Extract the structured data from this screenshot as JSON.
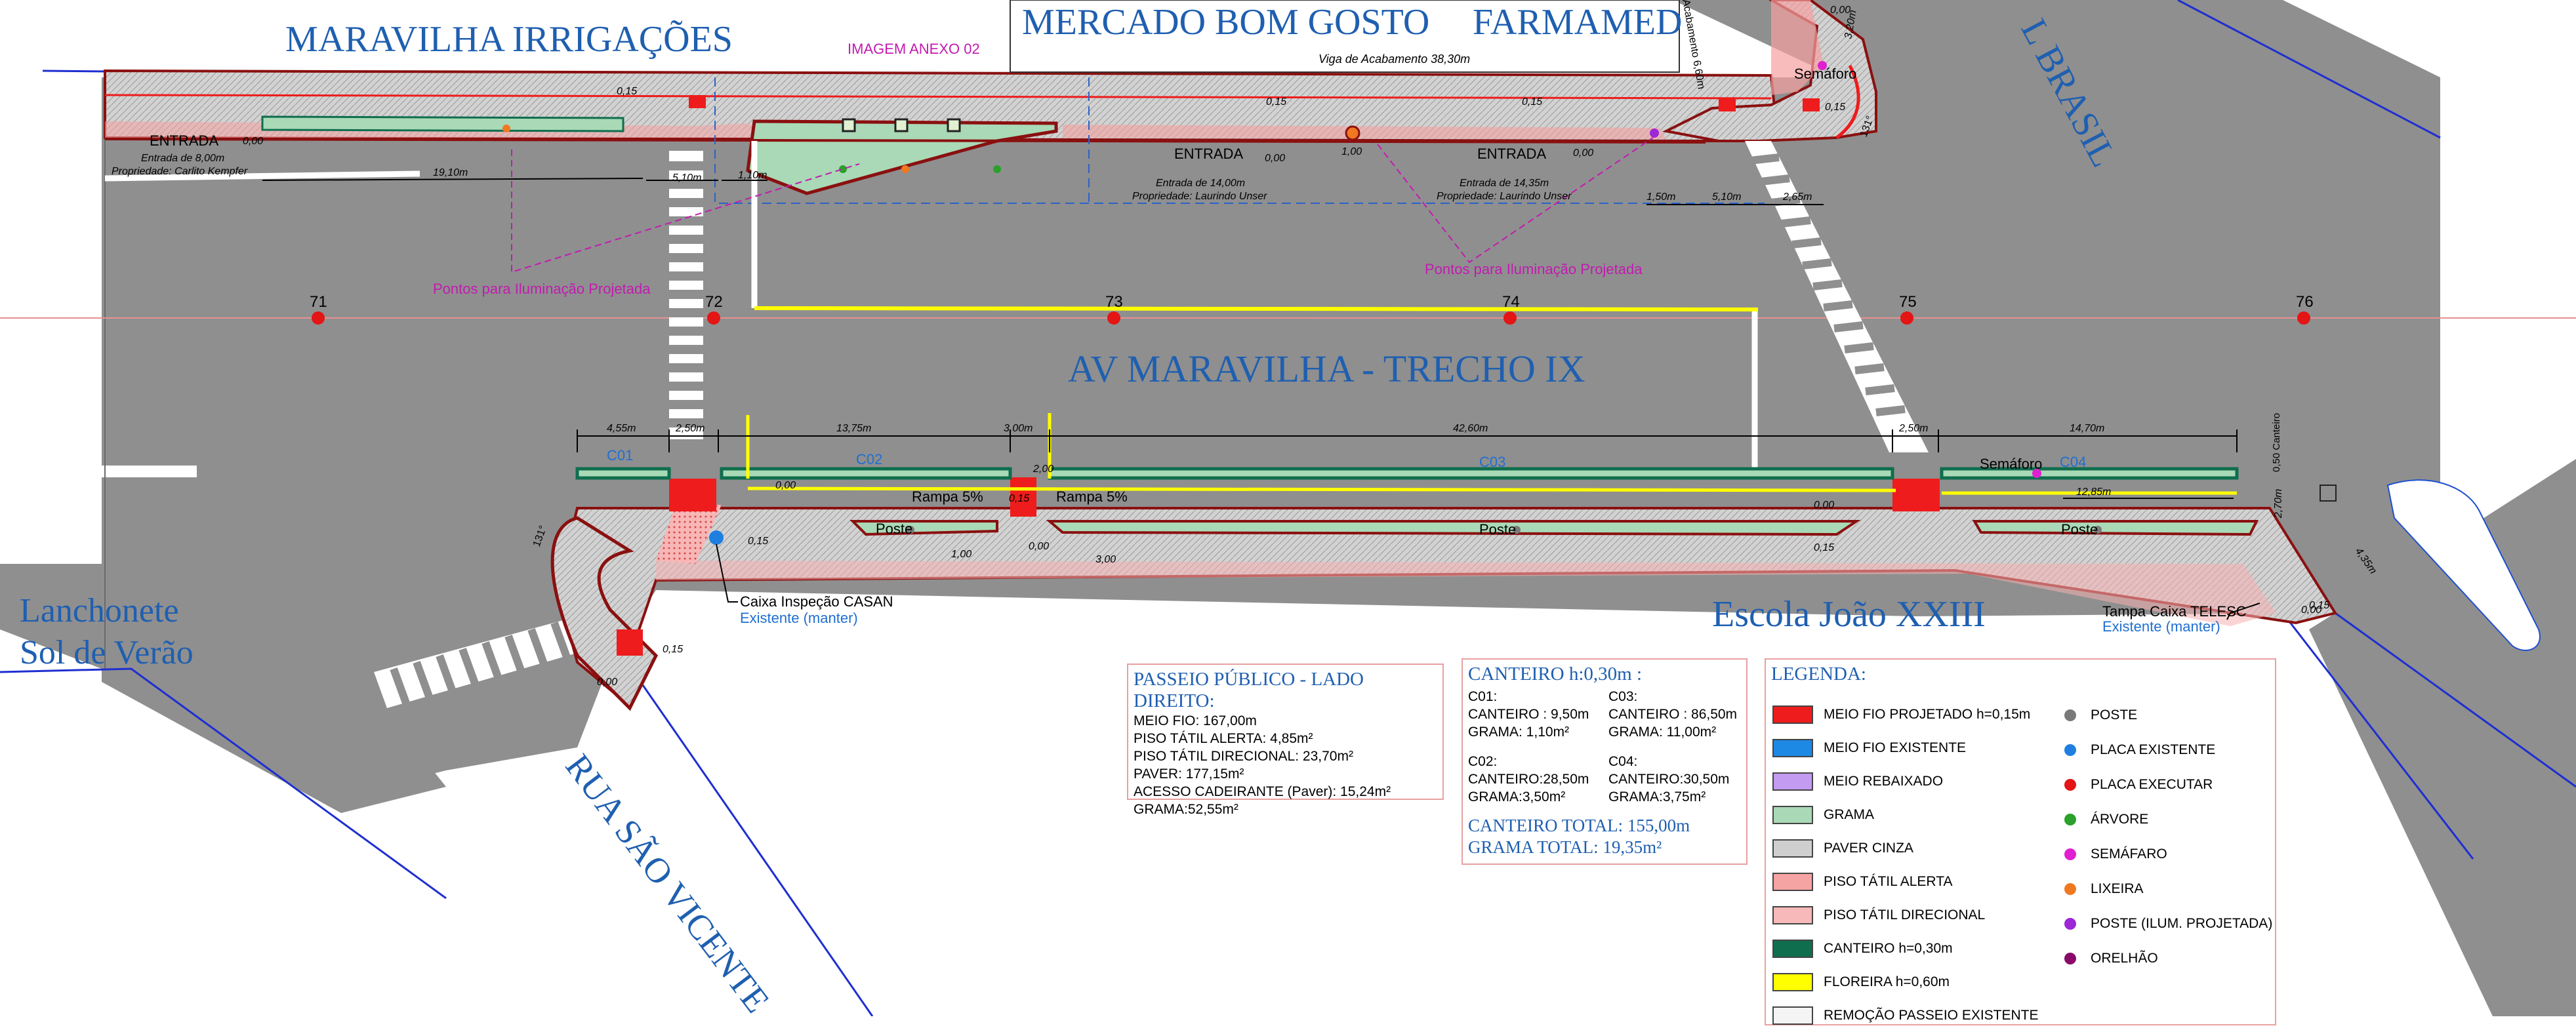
{
  "places": {
    "maravilha_irrigacoes": "MARAVILHA IRRIGAÇÕES",
    "mercado_bom_gosto": "MERCADO BOM GOSTO",
    "farmamed": "FARMAMED",
    "brasil_partial": "L BRASIL",
    "avenue": "AV MARAVILHA - TRECHO IX",
    "lanchonete_1": "Lanchonete",
    "lanchonete_2": "Sol de Verão",
    "escola": "Escola João XXIII",
    "rua_sao_vicente": "RUA SÃO VICENTE"
  },
  "stations": [
    "71",
    "72",
    "73",
    "74",
    "75",
    "76"
  ],
  "annotations": {
    "imagem_anexo": "IMAGEM ANEXO 02",
    "viga": "Viga de Acabamento 38,30m",
    "pontos_iluminacao_1": "Pontos para Iluminação Projetada",
    "pontos_iluminacao_2": "Pontos para Iluminação Projetada",
    "semaforo_top": "Semáforo",
    "semaforo_bottom": "Semáforo",
    "acabamento": "Acabamento 6,60m",
    "entrada_1": "ENTRADA",
    "entrada_1_sub": "Entrada de 8,00m",
    "entrada_1_prop": "Propriedade: Carlito Kempfer",
    "entrada_2": "ENTRADA",
    "entrada_2_sub": "Entrada de 14,00m",
    "entrada_2_prop": "Propriedade: Laurindo Unser",
    "entrada_3": "ENTRADA",
    "entrada_3_sub": "Entrada de 14,35m",
    "entrada_3_prop": "Propriedade: Laurindo Unser",
    "rampa_1": "Rampa 5%",
    "rampa_2": "Rampa 5%",
    "poste_1": "Poste",
    "poste_2": "Poste",
    "poste_3": "Poste",
    "caixa_casan": "Caixa Inspeção CASAN",
    "caixa_casan_sub": "Existente (manter)",
    "tampa_telesc": "Tampa Caixa TELESC",
    "tampa_telesc_sub": "Existente (manter)",
    "canteiro_codes": [
      "C01",
      "C02",
      "C03",
      "C04"
    ],
    "angle_1": "131°",
    "angle_2": "131°",
    "cordoalha": "0,50 Canteiro"
  },
  "dims_top": [
    "19,10m",
    "5,10m",
    "1,10m",
    "1,00",
    "1,50m",
    "5,10m",
    "2,65m",
    "0,15",
    "0,00",
    "0,15",
    "0,00",
    "0,15",
    "0,00",
    "0,00",
    "0,15",
    "3,20m"
  ],
  "dims_bottom": [
    "4,55m",
    "2,50m",
    "13,75m",
    "3,00m",
    "42,60m",
    "2,50m",
    "14,70m",
    "12,85m",
    "0,00",
    "0,15",
    "0,00",
    "0,15",
    "0,00",
    "0,15",
    "0,00",
    "0,15",
    "0,00",
    "0,15",
    "2,00",
    "1,00",
    "3,00",
    "4,35m",
    "2,70m"
  ],
  "passeio": {
    "title": "PASSEIO PÚBLICO - LADO DIREITO:",
    "lines": [
      "MEIO FIO: 167,00m",
      "PISO TÁTIL ALERTA: 4,85m²",
      "PISO TÁTIL DIRECIONAL: 23,70m²",
      "PAVER: 177,15m²",
      "ACESSO CADEIRANTE (Paver): 15,24m²",
      "GRAMA:52,55m²"
    ]
  },
  "canteiro": {
    "title": "CANTEIRO h:0,30m :",
    "blocks": [
      {
        "head": "C01:",
        "a": "CANTEIRO : 9,50m",
        "b": "GRAMA: 1,10m²"
      },
      {
        "head": "C03:",
        "a": "CANTEIRO : 86,50m",
        "b": "GRAMA: 11,00m²"
      },
      {
        "head": "C02:",
        "a": "CANTEIRO:28,50m",
        "b": "GRAMA:3,50m²"
      },
      {
        "head": "C04:",
        "a": "CANTEIRO:30,50m",
        "b": "GRAMA:3,75m²"
      }
    ],
    "total_canteiro": "CANTEIRO TOTAL: 155,00m",
    "total_grama": "GRAMA TOTAL: 19,35m²"
  },
  "legenda": {
    "title": "LEGENDA:",
    "swatches": [
      {
        "label": "MEIO FIO PROJETADO h=0,15m",
        "color": "#ee1c1c"
      },
      {
        "label": "MEIO FIO EXISTENTE",
        "color": "#1e88e5"
      },
      {
        "label": "MEIO REBAIXADO",
        "color": "#c39bf0"
      },
      {
        "label": "GRAMA",
        "color": "#a9d9b6"
      },
      {
        "label": "PAVER CINZA",
        "color": "#cfcfcf"
      },
      {
        "label": "PISO TÁTIL ALERTA",
        "color": "#f6a3a3"
      },
      {
        "label": "PISO TÁTIL DIRECIONAL",
        "color": "#f7b9b9"
      },
      {
        "label": "CANTEIRO h=0,30m",
        "color": "#0f6e4e"
      },
      {
        "label": "FLOREIRA h=0,60m",
        "color": "#ffff00"
      },
      {
        "label": "REMOÇÃO PASSEIO EXISTENTE",
        "color": "#f4f4f4"
      }
    ],
    "dots": [
      {
        "label": "POSTE",
        "color": "#7a7a7a"
      },
      {
        "label": "PLACA EXISTENTE",
        "color": "#1e7fe0"
      },
      {
        "label": "PLACA EXECUTAR",
        "color": "#e31515"
      },
      {
        "label": "ÁRVORE",
        "color": "#2aa12a"
      },
      {
        "label": "SEMÁFARO",
        "color": "#e020d0"
      },
      {
        "label": "LIXEIRA",
        "color": "#f07820"
      },
      {
        "label": "POSTE (ILUM. PROJETADA)",
        "color": "#9c27d6"
      },
      {
        "label": "ORELHÃO",
        "color": "#8a0a6a"
      }
    ]
  }
}
